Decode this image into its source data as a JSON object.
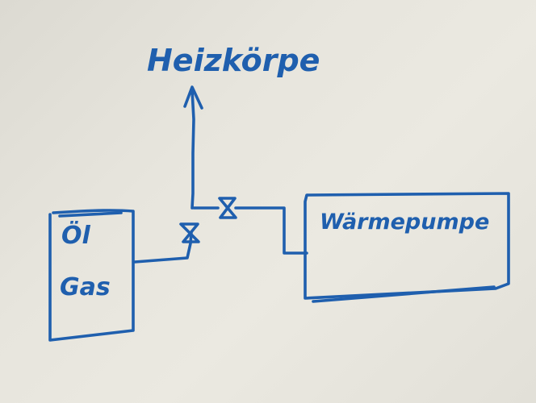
{
  "diagram": {
    "ink_color": "#1f5fae",
    "paper_color": "#e8e6de",
    "labels": {
      "radiator": "Heizkörpe",
      "boiler_line1": "Öl",
      "boiler_line2": "Gas",
      "heat_pump": "Wärmepumpe"
    },
    "components": [
      {
        "name": "Öl/Gas",
        "kind": "boiler"
      },
      {
        "name": "Wärmepumpe",
        "kind": "heat-pump"
      },
      {
        "name": "Heizkörpe",
        "kind": "radiator-outlet"
      },
      {
        "kind": "valve"
      },
      {
        "kind": "valve"
      }
    ],
    "connections": [
      {
        "from": "Öl/Gas",
        "to": "Heizkörpe",
        "via": "valve"
      },
      {
        "from": "Wärmepumpe",
        "to": "Heizkörpe",
        "via": "valve"
      }
    ]
  }
}
